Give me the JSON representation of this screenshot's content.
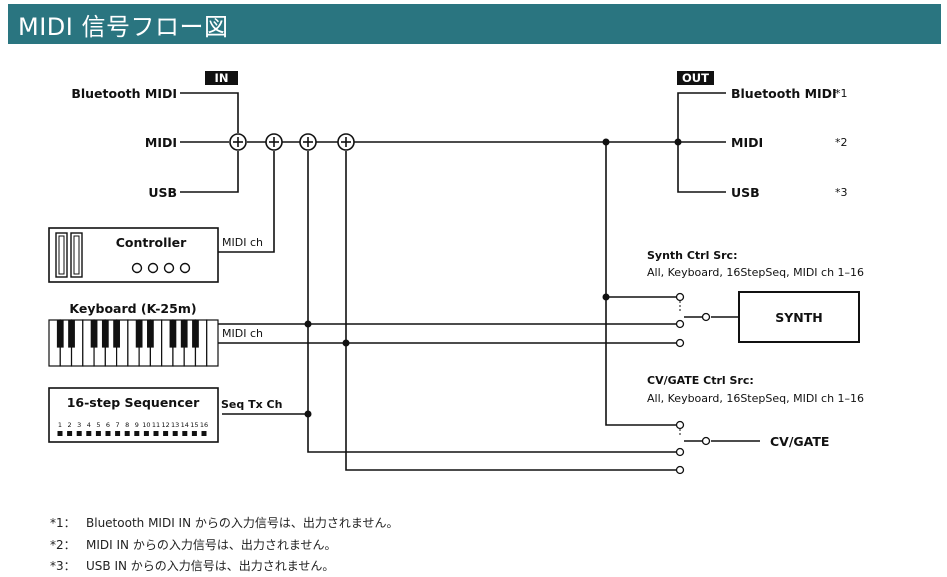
{
  "title": "MIDI 信号フロー図",
  "inputs": {
    "tag": "IN",
    "bluetooth": "Bluetooth MIDI",
    "midi": "MIDI",
    "usb": "USB"
  },
  "outputs": {
    "tag": "OUT",
    "bluetooth": "Bluetooth MIDI",
    "midi": "MIDI",
    "usb": "USB",
    "note1": "*1",
    "note2": "*2",
    "note3": "*3"
  },
  "controller": {
    "label": "Controller",
    "channel": "MIDI ch"
  },
  "keyboard": {
    "label": "Keyboard (K-25m)",
    "channel": "MIDI ch"
  },
  "sequencer": {
    "label": "16-step Sequencer",
    "channel": "Seq Tx Ch",
    "steps": [
      "1",
      "2",
      "3",
      "4",
      "5",
      "6",
      "7",
      "8",
      "9",
      "10",
      "11",
      "12",
      "13",
      "14",
      "15",
      "16"
    ]
  },
  "synth": {
    "ctrl_title": "Synth Ctrl Src:",
    "ctrl_options": "All, Keyboard, 16StepSeq, MIDI ch 1–16",
    "label": "SYNTH"
  },
  "cvgate": {
    "ctrl_title": "CV/GATE Ctrl Src:",
    "ctrl_options": "All, Keyboard, 16StepSeq, MIDI ch 1–16",
    "label": "CV/GATE"
  },
  "footnotes": [
    {
      "mark": "*1：",
      "text": "Bluetooth MIDI IN からの入力信号は、出力されません。"
    },
    {
      "mark": "*2：",
      "text": "MIDI IN からの入力信号は、出力されません。"
    },
    {
      "mark": "*3：",
      "text": "USB IN からの入力信号は、出力されません。"
    }
  ],
  "colors": {
    "title_bar": "#2a7580",
    "line": "#111111"
  }
}
